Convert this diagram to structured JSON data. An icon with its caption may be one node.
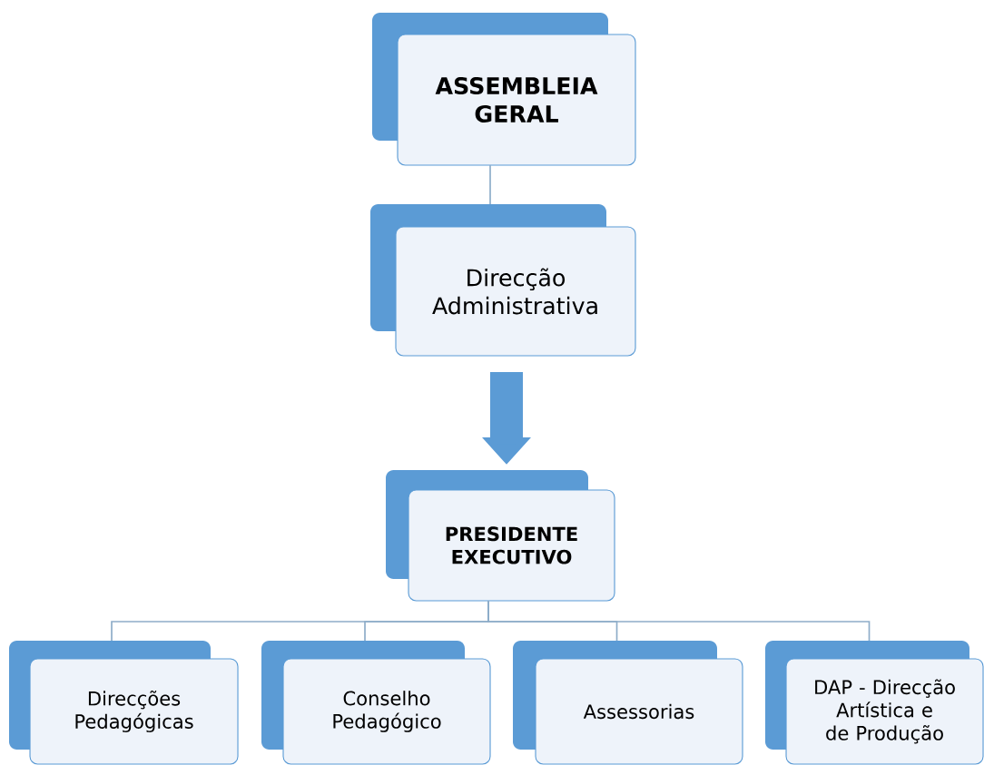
{
  "diagram": {
    "nodes": [
      {
        "text": [
          "ASSEMBLEIA GERAL"
        ]
      },
      {
        "text": [
          "Direcção Administrativa"
        ]
      },
      {
        "text": [
          "PRESIDENTE EXECUTIVO"
        ]
      },
      {
        "text": [
          "Direcções Pedagógicas"
        ]
      },
      {
        "text": [
          "Conselho Pedagógico"
        ]
      },
      {
        "text": [
          "Assessorias"
        ]
      },
      {
        "text": [
          "DAP - Direcção Artística e de Produção"
        ]
      }
    ],
    "edges": [
      {
        "from": 0,
        "to": 1,
        "arrow": "none"
      },
      {
        "from": 1,
        "to": 2,
        "arrow": "to",
        "style": "thick"
      },
      {
        "from": 2,
        "to": 3,
        "arrow": "none"
      },
      {
        "from": 2,
        "to": 4,
        "arrow": "none"
      },
      {
        "from": 2,
        "to": 5,
        "arrow": "none"
      },
      {
        "from": 2,
        "to": 6,
        "arrow": "none"
      }
    ]
  }
}
